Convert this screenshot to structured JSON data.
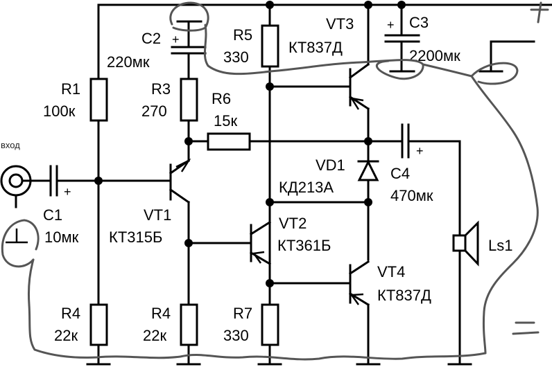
{
  "title": "Усилитель мощности ЗЧ — принципиальная схема",
  "input_label": "вход",
  "components": {
    "R1": {
      "ref": "R1",
      "value": "100к"
    },
    "R3": {
      "ref": "R3",
      "value": "270"
    },
    "R4a": {
      "ref": "R4",
      "value": "22к"
    },
    "R4b": {
      "ref": "R4",
      "value": "22к"
    },
    "R5": {
      "ref": "R5",
      "value": "330"
    },
    "R6": {
      "ref": "R6",
      "value": "15к"
    },
    "R7": {
      "ref": "R7",
      "value": "330"
    },
    "C1": {
      "ref": "C1",
      "value": "10мк"
    },
    "C2": {
      "ref": "C2",
      "value": "220мк"
    },
    "C3": {
      "ref": "C3",
      "value": "2200мк"
    },
    "C4": {
      "ref": "C4",
      "value": "470мк"
    },
    "VT1": {
      "ref": "VT1",
      "type": "КТ315Б"
    },
    "VT2": {
      "ref": "VT2",
      "type": "КТ361Б"
    },
    "VT3": {
      "ref": "VT3",
      "type": "КТ837Д"
    },
    "VT4": {
      "ref": "VT4",
      "type": "КТ837Д"
    },
    "VD1": {
      "ref": "VD1",
      "type": "КД213А"
    },
    "Ls1": {
      "ref": "Ls1"
    }
  },
  "polarity": {
    "plus": "+",
    "minus": "−"
  },
  "annotations": {
    "supply_plus": "+",
    "supply_minus": "−",
    "annotation_color": "#555555"
  }
}
